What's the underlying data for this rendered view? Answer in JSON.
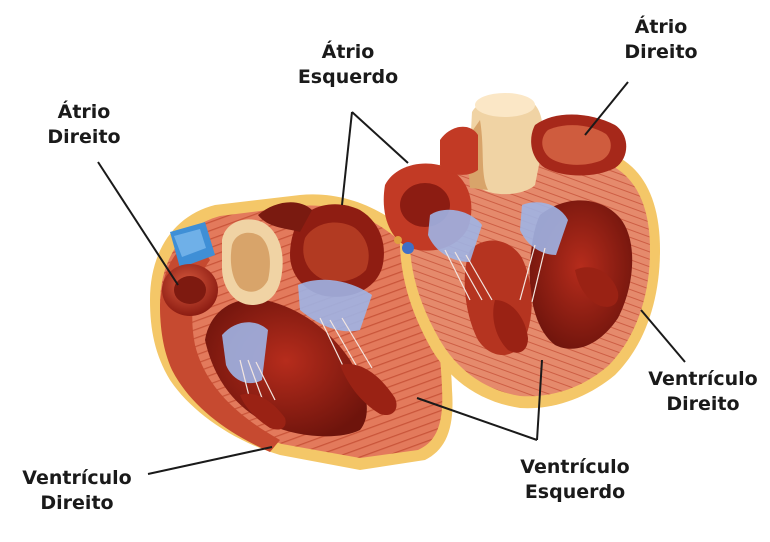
{
  "labels": {
    "atrio_direito_left": {
      "line1": "Átrio",
      "line2": "Direito"
    },
    "atrio_esquerdo": {
      "line1": "Átrio",
      "line2": "Esquerdo"
    },
    "atrio_direito_right": {
      "line1": "Átrio",
      "line2": "Direito"
    },
    "ventriculo_direito_right": {
      "line1": "Ventrículo",
      "line2": "Direito"
    },
    "ventriculo_esquerdo": {
      "line1": "Ventrículo",
      "line2": "Esquerdo"
    },
    "ventriculo_direito_left": {
      "line1": "Ventrículo",
      "line2": "Direito"
    }
  },
  "colors": {
    "muscle_dark": "#8f1d12",
    "muscle_mid": "#c23a25",
    "muscle_light": "#e06a4e",
    "muscle_pale": "#f2a085",
    "vessel_blue": "#3f8fd6",
    "valve_blue": "#9fb4e6",
    "fat_yellow": "#f1cf5a",
    "vessel_cream": "#f0d3a4",
    "leader_line": "#1a1a1a",
    "background": "#ffffff"
  }
}
